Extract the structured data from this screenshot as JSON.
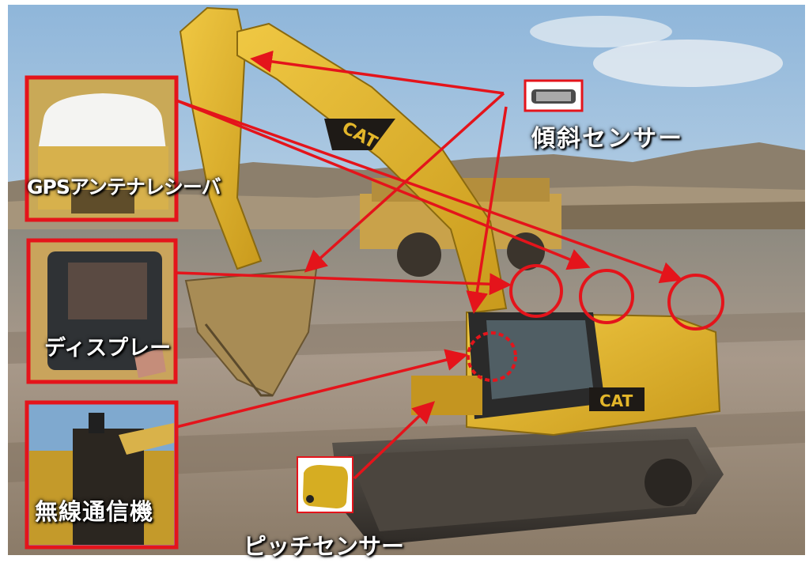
{
  "labels": {
    "tilt_sensor": "傾斜センサー",
    "gps_antenna": "GPSアンテナレシーバ",
    "display": "ディスプレー",
    "radio": "無線通信機",
    "pitch_sensor": "ピッチセンサー"
  },
  "colors": {
    "annotation": "#e4141b",
    "machine_yellow": "#e3b62a",
    "sky": "#bcd3e6",
    "ground": "#9a8c7a"
  },
  "brand": {
    "boom_logo": "CAT",
    "body_logo": "CAT"
  }
}
